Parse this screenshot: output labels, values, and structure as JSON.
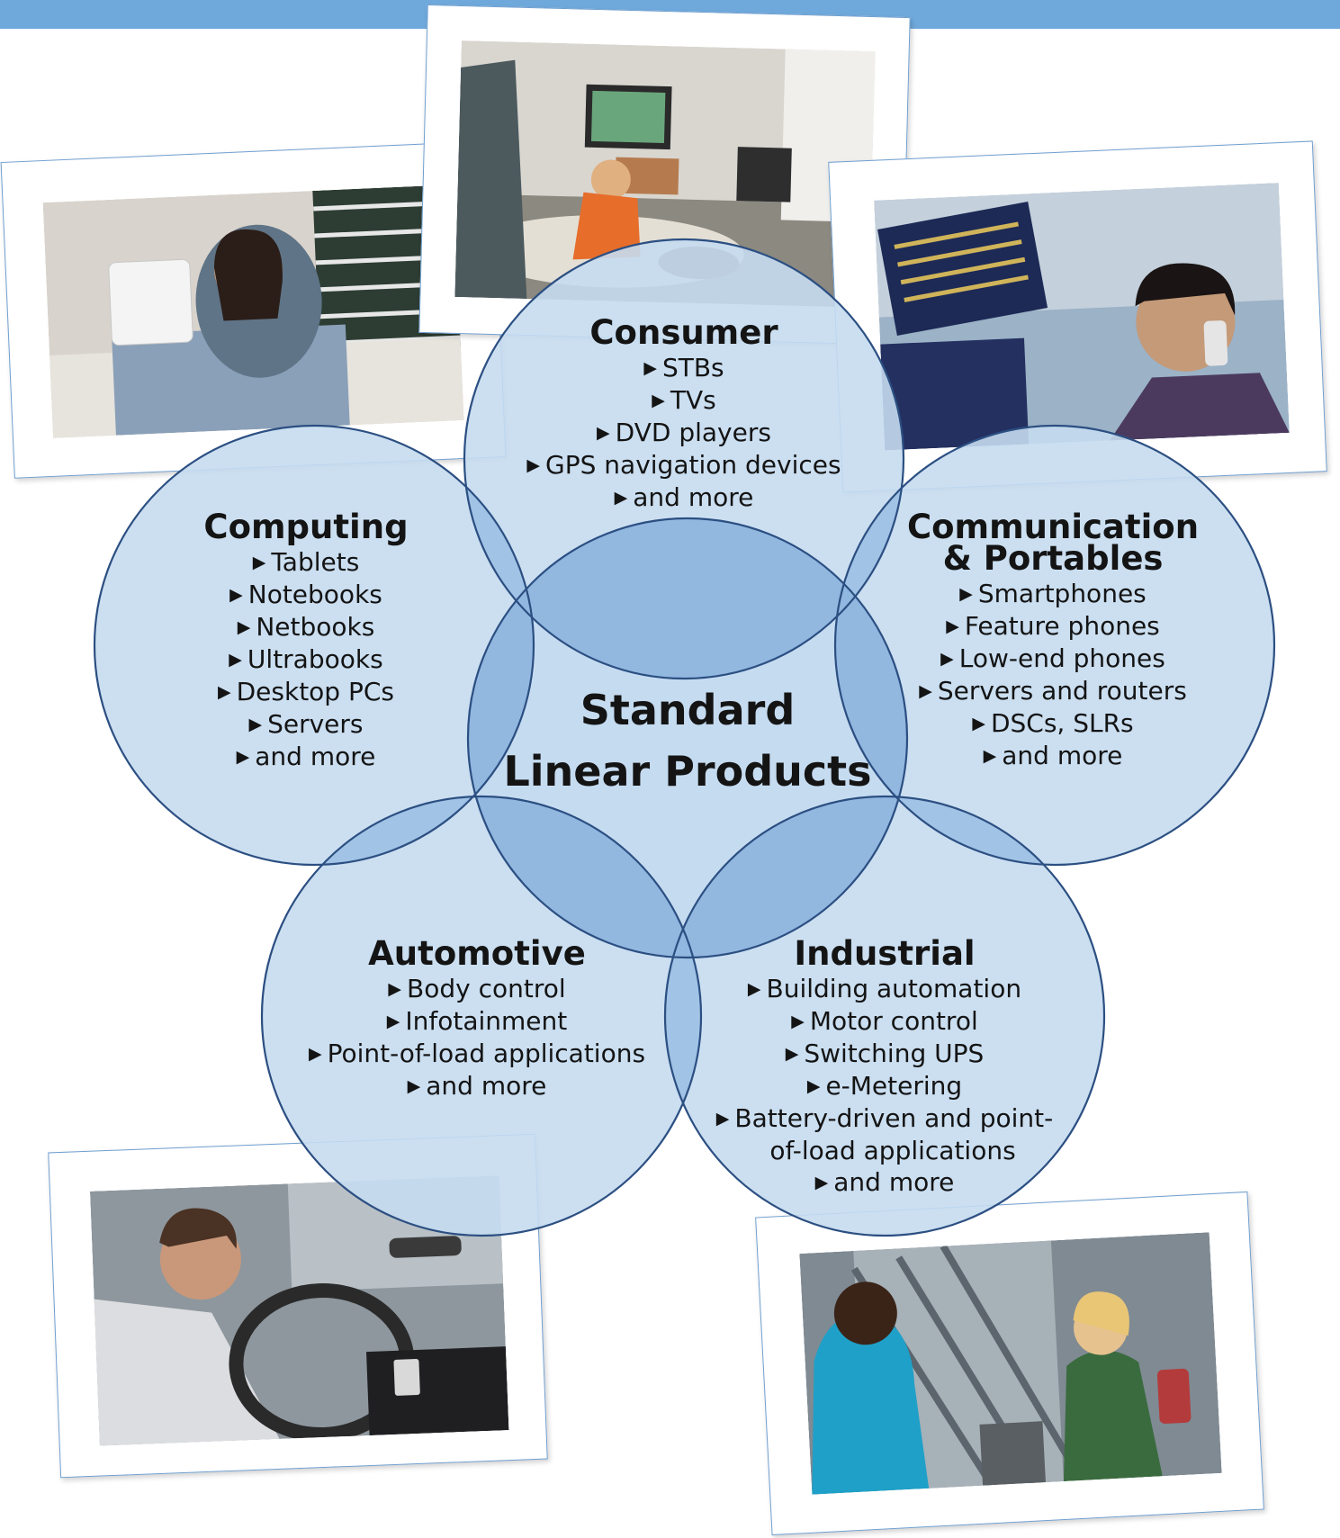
{
  "diagram": {
    "center": {
      "line1": "Standard",
      "line2": "Linear Products"
    },
    "segments": {
      "consumer": {
        "title": "Consumer",
        "items": [
          "STBs",
          "TVs",
          "DVD players",
          "GPS navigation devices",
          "and more"
        ]
      },
      "computing": {
        "title": "Computing",
        "items": [
          "Tablets",
          "Notebooks",
          "Netbooks",
          "Ultrabooks",
          "Desktop PCs",
          "Servers",
          "and more"
        ]
      },
      "communication": {
        "title_line1": "Communication",
        "title_line2": "& Portables",
        "items": [
          "Smartphones",
          "Feature phones",
          "Low-end phones",
          "Servers and routers",
          "DSCs, SLRs",
          "and more"
        ]
      },
      "automotive": {
        "title": "Automotive",
        "items": [
          "Body control",
          "Infotainment",
          "Point-of-load applications",
          "and more"
        ]
      },
      "industrial": {
        "title": "Industrial",
        "items": [
          "Building automation",
          "Motor control",
          "Switching UPS",
          "e-Metering",
          "Battery-driven and point-",
          "of-load applications",
          "and more"
        ]
      }
    },
    "colors": {
      "circle_fill": "#c5dbf0",
      "overlap_fill": "#92b8e0",
      "circle_stroke": "#2c4f82",
      "header_bar": "#6fa9dc",
      "photo_border": "#6f9fd0"
    },
    "bullet_icon": "right-triangle-icon"
  }
}
